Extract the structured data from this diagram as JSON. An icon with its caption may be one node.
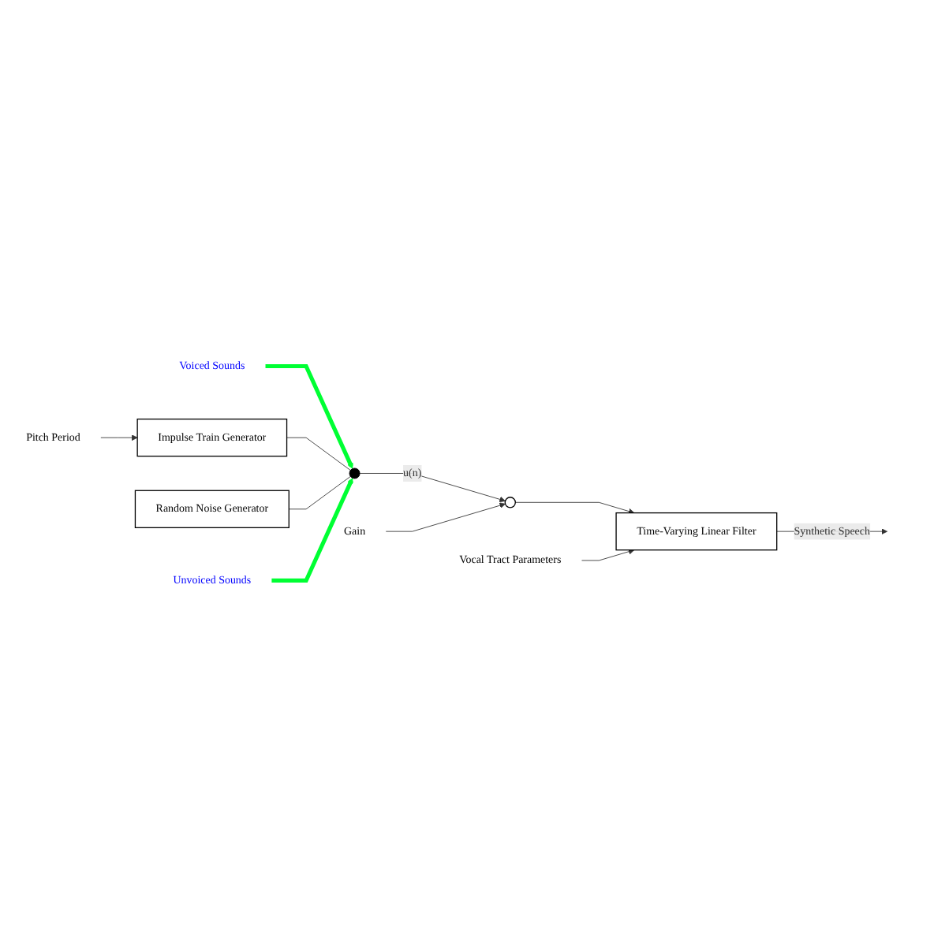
{
  "diagram": {
    "nodes": [
      {
        "text": [
          "Pitch Period"
        ]
      },
      {
        "text": [
          "Voiced Sounds"
        ]
      },
      {
        "text": [
          "Impulse Train Generator"
        ]
      },
      {
        "text": [
          "Random Noise Generator"
        ]
      },
      {
        "text": [
          "Unvoiced Sounds"
        ]
      },
      {
        "text": [],
        "shape": "circle"
      },
      {
        "text": [],
        "shape": "circle"
      },
      {
        "text": [
          "Gain"
        ]
      },
      {
        "text": [
          "Vocal Tract Parameters"
        ]
      },
      {
        "text": [
          "Time-Varying Linear Filter"
        ]
      }
    ],
    "edges": [
      {
        "from": 0,
        "to": 2,
        "arrow": "to"
      },
      {
        "from": 1,
        "to": 5,
        "arrow": "to",
        "style": "thick",
        "color": "#00ff33"
      },
      {
        "from": 2,
        "to": 5,
        "arrow": "none"
      },
      {
        "from": 3,
        "to": 5,
        "arrow": "none"
      },
      {
        "from": 4,
        "to": 5,
        "arrow": "to",
        "style": "thick",
        "color": "#00ff33"
      },
      {
        "from": 5,
        "to": 6,
        "arrow": "to",
        "label": "u(n)"
      },
      {
        "from": 7,
        "to": 6,
        "arrow": "to"
      },
      {
        "from": 6,
        "to": 9,
        "arrow": "to"
      },
      {
        "from": 8,
        "to": 9,
        "arrow": "to"
      },
      {
        "from": 9,
        "to": null,
        "arrow": "to",
        "label": "Synthetic Speech"
      }
    ]
  }
}
